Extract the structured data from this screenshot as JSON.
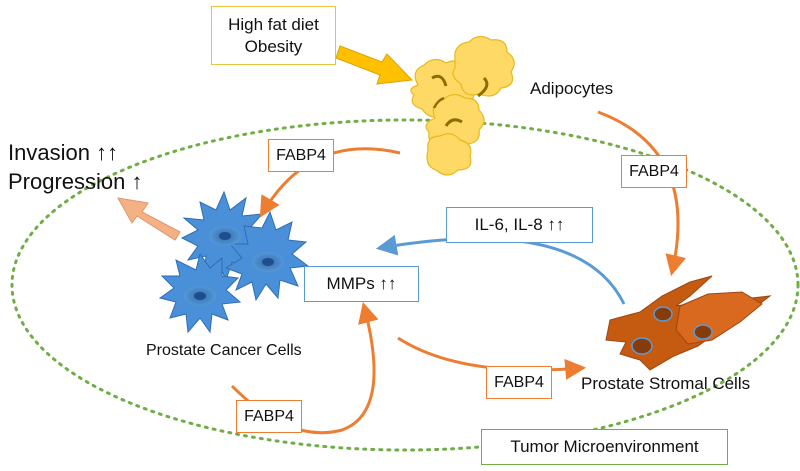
{
  "diagram": {
    "diet_box": {
      "line1": "High fat diet",
      "line2": "Obesity"
    },
    "adipocytes_label": "Adipocytes",
    "outcome": {
      "line1": "Invasion ↑↑",
      "line2": "Progression ↑"
    },
    "fabp4_upper_left": "FABP4",
    "fabp4_right": "FABP4",
    "cytokines_box": "IL-6, IL-8 ↑↑",
    "mmps_box": "MMPs ↑↑",
    "cancer_cells_label": "Prostate Cancer Cells",
    "fabp4_bottom_middle": "FABP4",
    "stromal_cells_label": "Prostate Stromal Cells",
    "fabp4_bottom_left": "FABP4",
    "microenvironment_box": "Tumor Microenvironment"
  },
  "colors": {
    "orange_arrow": "#ED7D31",
    "blue_arrow": "#5B9BD5",
    "fat_fill": "#FFD966",
    "cancer_cell_fill": "#4A90D9",
    "stromal_fill": "#C55A11",
    "dotted_ellipse": "#70AD47",
    "salmon_arrow": "#F4B183",
    "gold_arrow": "#FFC000"
  }
}
